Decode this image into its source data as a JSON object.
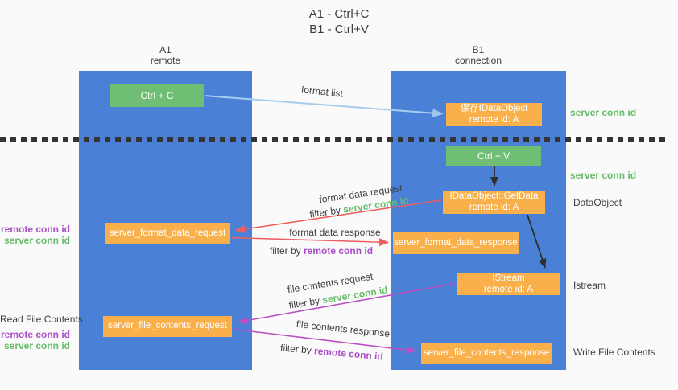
{
  "title": {
    "line1": "A1 - Ctrl+C",
    "line2": "B1 - Ctrl+V"
  },
  "columns": {
    "left": {
      "name": "A1",
      "subtitle": "remote"
    },
    "right": {
      "name": "B1",
      "subtitle": "connection"
    }
  },
  "nodes": {
    "ctrl_c": "Ctrl + C",
    "save_dataobject": {
      "line1": "保存IDataObject",
      "line2": "remote id: A"
    },
    "ctrl_v": "Ctrl + V",
    "getdata": {
      "line1": "IDataObject::GetData",
      "line2": "remote id: A"
    },
    "format_request": "server_format_data_request",
    "format_response": "server_format_data_response",
    "istream": {
      "line1": "IStream",
      "line2": "remote id: A"
    },
    "file_request": "server_file_contents_request",
    "file_response": "server_file_contents_response"
  },
  "arrows": {
    "format_list": "format list",
    "format_data_request": "format data request",
    "format_data_response": "format data response",
    "file_contents_request": "file contents request",
    "file_contents_response": "file contents response",
    "filter_by": "filter by",
    "server_conn_id": "server conn id",
    "remote_conn_id": "remote conn id"
  },
  "annotations": {
    "server_conn_id_top": "server conn id",
    "server_conn_id_mid": "server conn id",
    "dataobject": "DataObject",
    "istream": "Istream",
    "write_file_contents": "Write File Contents",
    "read_file_contents": "Read File Contents",
    "remote_conn_id_left_top": "remote conn id",
    "server_conn_id_left_top": "server conn id",
    "remote_conn_id_left_bottom": "remote conn id",
    "server_conn_id_left_bottom": "server conn id"
  },
  "colors": {
    "column_blue": "#4a80d5",
    "box_green": "#6fbe73",
    "box_orange": "#f9b04a",
    "arrow_blue": "#a7cdee",
    "arrow_red": "#ee5f5f",
    "arrow_magenta": "#bb50c4",
    "arrow_black": "#2e2e2e",
    "text_green": "#67bd6b",
    "text_purple": "#a94fc6"
  }
}
